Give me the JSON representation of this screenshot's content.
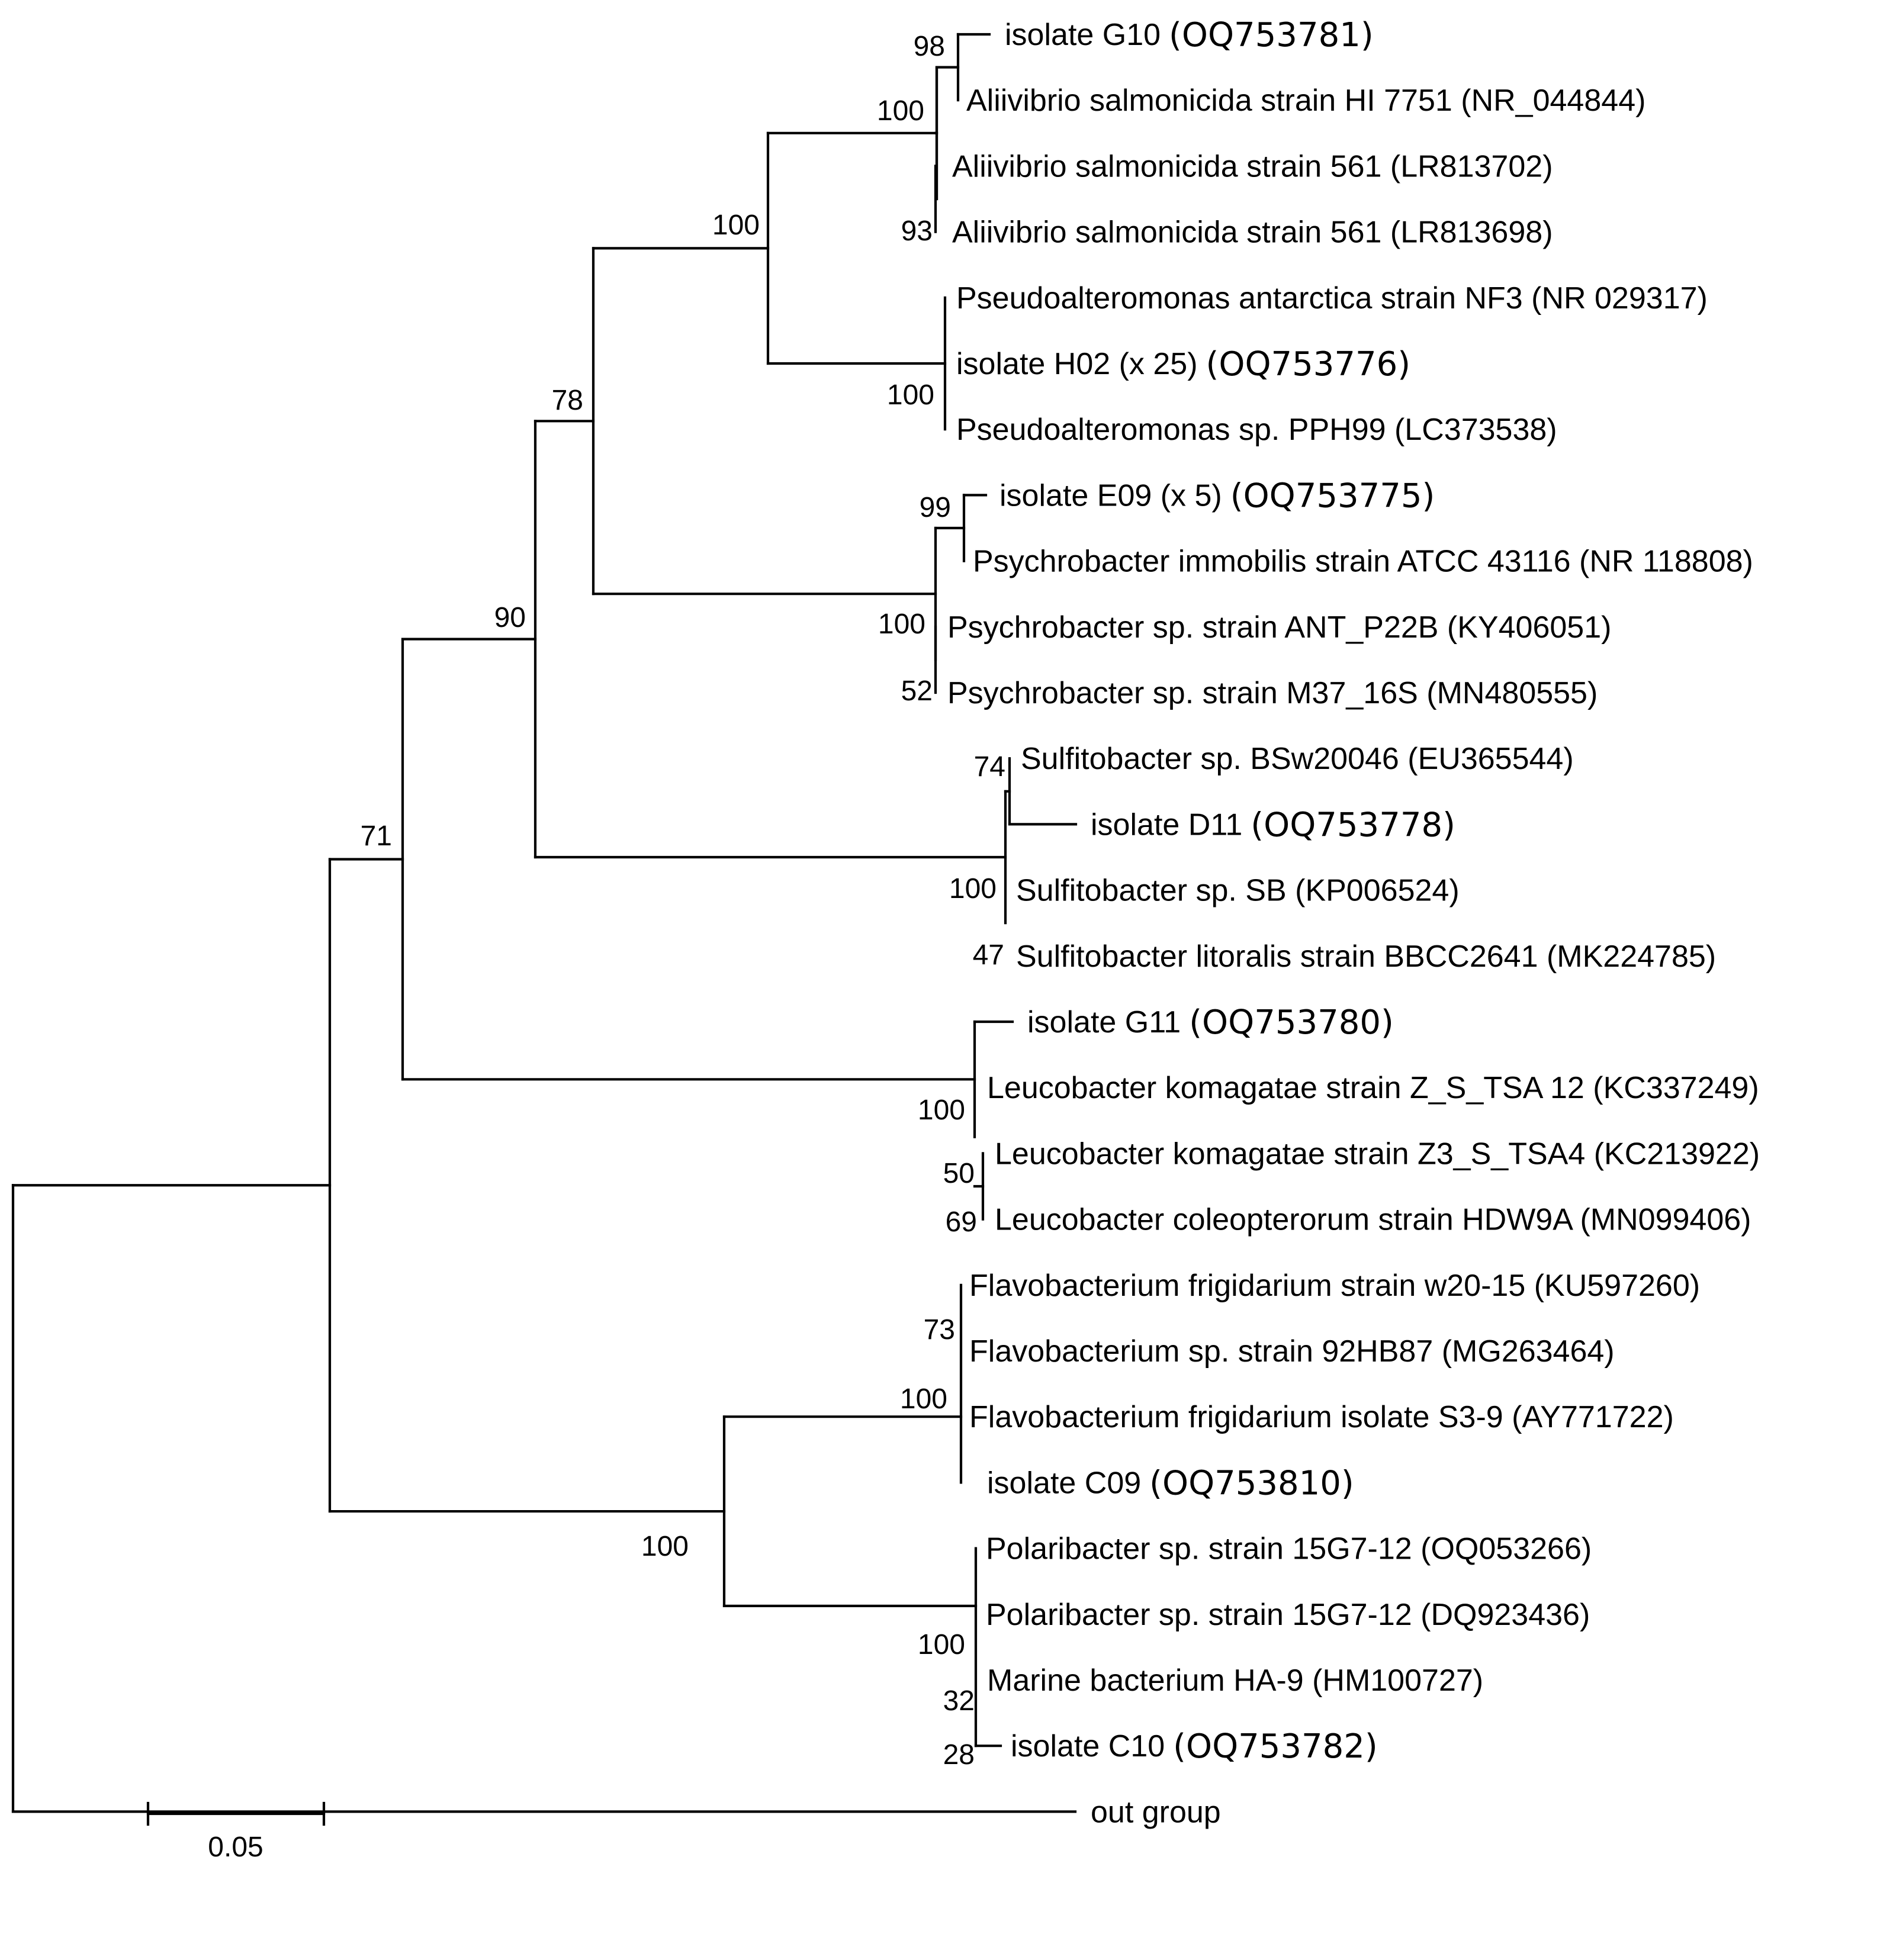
{
  "taxa": [
    {
      "name": "isolate G10",
      "accession": "(OQ753781)"
    },
    {
      "name": "Aliivibrio salmonicida strain HI 7751 (NR_044844)"
    },
    {
      "name": "Aliivibrio salmonicida strain 561 (LR813702)"
    },
    {
      "name": "Aliivibrio salmonicida strain 561 (LR813698)"
    },
    {
      "name": "Pseudoalteromonas antarctica strain NF3 (NR 029317)"
    },
    {
      "name": "isolate H02 (x 25)",
      "accession": "(OQ753776)"
    },
    {
      "name": "Pseudoalteromonas sp. PPH99 (LC373538)"
    },
    {
      "name": "isolate E09 (x 5)",
      "accession": "(OQ753775)"
    },
    {
      "name": "Psychrobacter immobilis strain ATCC 43116 (NR 118808)"
    },
    {
      "name": "Psychrobacter sp. strain ANT_P22B (KY406051)"
    },
    {
      "name": "Psychrobacter sp. strain M37_16S (MN480555)"
    },
    {
      "name": "Sulfitobacter sp. BSw20046 (EU365544)"
    },
    {
      "name": "isolate D11",
      "accession": "(OQ753778)"
    },
    {
      "name": "Sulfitobacter sp. SB (KP006524)"
    },
    {
      "name": "Sulfitobacter litoralis strain BBCC2641 (MK224785)"
    },
    {
      "name": "isolate G11",
      "accession": "(OQ753780)"
    },
    {
      "name": "Leucobacter komagatae strain Z_S_TSA 12 (KC337249)"
    },
    {
      "name": "Leucobacter komagatae strain Z3_S_TSA4 (KC213922)"
    },
    {
      "name": "Leucobacter coleopterorum strain HDW9A (MN099406)"
    },
    {
      "name": "Flavobacterium frigidarium strain w20-15 (KU597260)"
    },
    {
      "name": "Flavobacterium sp. strain 92HB87 (MG263464)"
    },
    {
      "name": "Flavobacterium frigidarium isolate S3-9 (AY771722)"
    },
    {
      "name": "isolate C09",
      "accession": "(OQ753810)"
    },
    {
      "name": "Polaribacter sp. strain 15G7-12 (OQ053266)"
    },
    {
      "name": "Polaribacter sp. strain 15G7-12 (DQ923436)"
    },
    {
      "name": "Marine bacterium HA-9  (HM100727)"
    },
    {
      "name": "isolate C10",
      "accession": "(OQ753782)"
    },
    {
      "name": "out group"
    }
  ],
  "bootstrap": [
    "98",
    "100",
    "93",
    "100",
    "100",
    "78",
    "99",
    "100",
    "52",
    "90",
    "74",
    "100",
    "47",
    "71",
    "100",
    "50",
    "69",
    "73",
    "100",
    "100",
    "100",
    "32",
    "28"
  ],
  "scale_bar": {
    "label": "0.05",
    "length": 0.05
  }
}
